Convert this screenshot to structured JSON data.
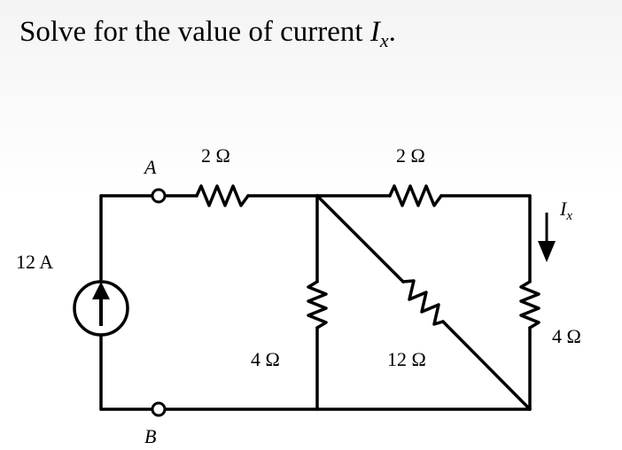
{
  "question": {
    "text": "Solve for the value of current ",
    "var": "I",
    "sub": "x",
    "end": "."
  },
  "circuit": {
    "source": {
      "label": "12 A"
    },
    "nodes": {
      "a": "A",
      "b": "B"
    },
    "resistors": {
      "r_top_left": "2 Ω",
      "r_top_right": "2 Ω",
      "r_mid_vertical": "4 Ω",
      "r_diagonal": "12 Ω",
      "r_right_vertical": "4 Ω"
    },
    "current": {
      "var": "I",
      "sub": "x"
    }
  }
}
